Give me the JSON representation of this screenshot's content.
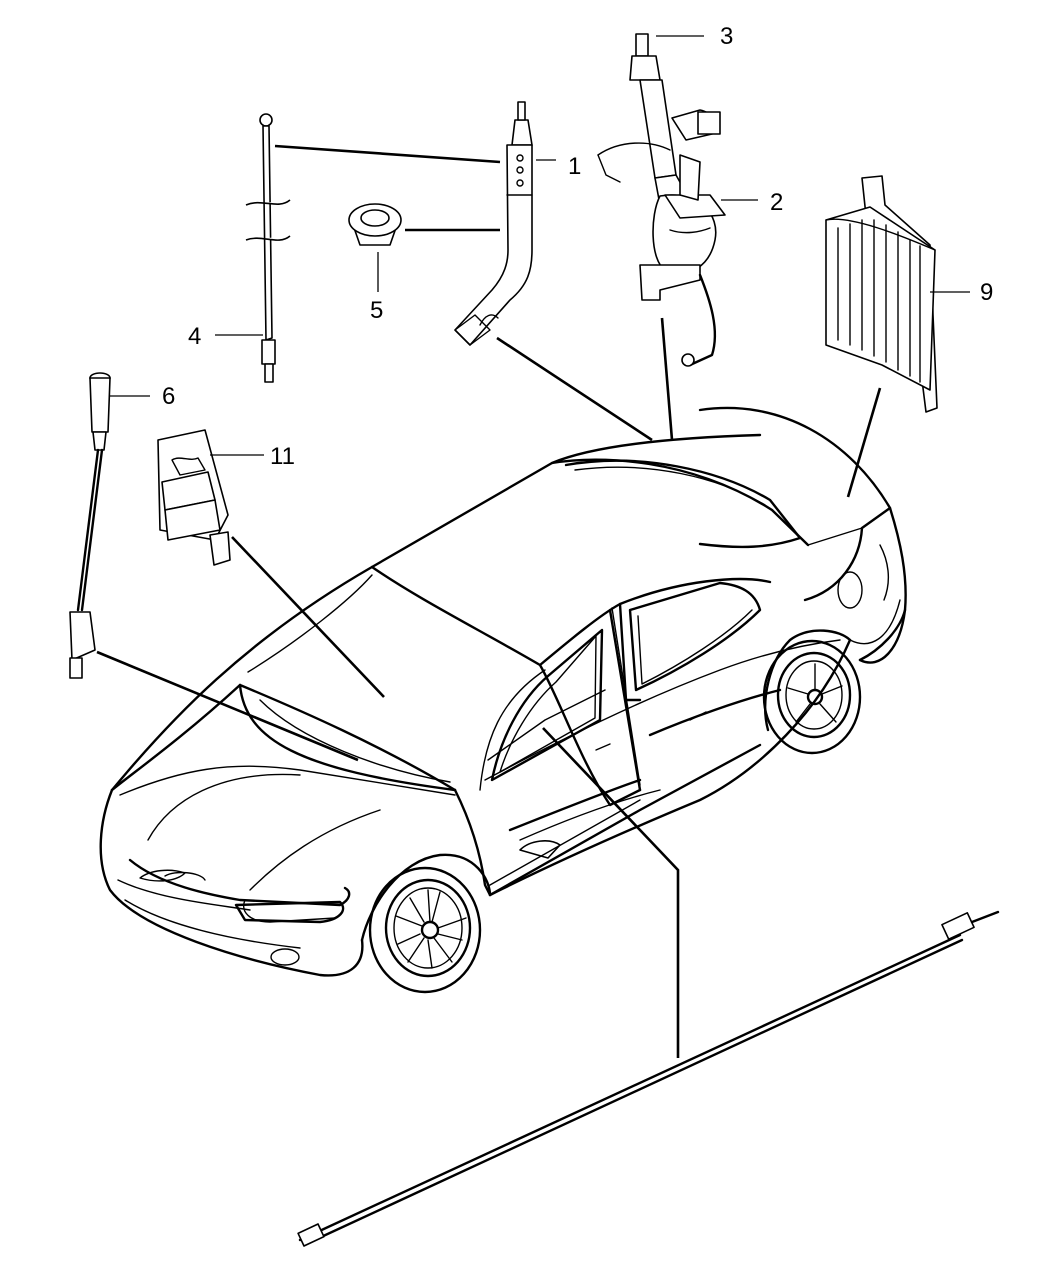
{
  "callouts": [
    {
      "id": "1",
      "label": "1"
    },
    {
      "id": "2",
      "label": "2"
    },
    {
      "id": "3",
      "label": "3"
    },
    {
      "id": "4",
      "label": "4"
    },
    {
      "id": "5",
      "label": "5"
    },
    {
      "id": "6",
      "label": "6"
    },
    {
      "id": "9",
      "label": "9"
    },
    {
      "id": "11",
      "label": "11"
    }
  ],
  "colors": {
    "line": "#000000",
    "background": "#ffffff"
  }
}
